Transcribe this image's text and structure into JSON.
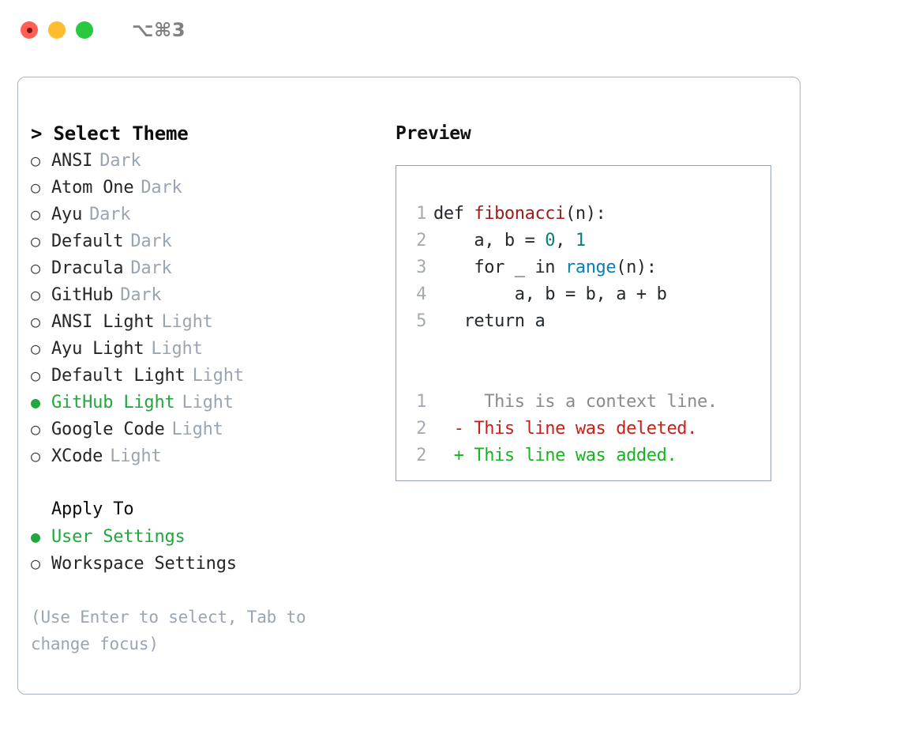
{
  "titlebar": {
    "shortcut": "⌥⌘3",
    "buttons": {
      "close": "close-button",
      "minimize": "minimize-button",
      "maximize": "maximize-button"
    }
  },
  "colors": {
    "accent_green": "#22a73e",
    "muted": "#9aa5b1",
    "border": "#aab4c0",
    "preview_border": "#97a3b2",
    "diff_add": "#17b322",
    "diff_del": "#c7201a",
    "diff_ctx": "#8b8b8b",
    "light_close": "#ff5f57",
    "light_min": "#febc2e",
    "light_max": "#28c840"
  },
  "theme_picker": {
    "header": "> Select Theme",
    "bullet_selected": "●",
    "bullet_unselected": "○",
    "items": [
      {
        "label": "ANSI",
        "tag": "Dark",
        "selected": false
      },
      {
        "label": "Atom One",
        "tag": "Dark",
        "selected": false
      },
      {
        "label": "Ayu",
        "tag": "Dark",
        "selected": false
      },
      {
        "label": "Default",
        "tag": "Dark",
        "selected": false
      },
      {
        "label": "Dracula",
        "tag": "Dark",
        "selected": false
      },
      {
        "label": "GitHub",
        "tag": "Dark",
        "selected": false
      },
      {
        "label": "ANSI Light",
        "tag": "Light",
        "selected": false
      },
      {
        "label": "Ayu Light",
        "tag": "Light",
        "selected": false
      },
      {
        "label": "Default Light",
        "tag": "Light",
        "selected": false
      },
      {
        "label": "GitHub Light",
        "tag": "Light",
        "selected": true
      },
      {
        "label": "Google Code",
        "tag": "Light",
        "selected": false
      },
      {
        "label": "XCode",
        "tag": "Light",
        "selected": false
      }
    ]
  },
  "apply_to": {
    "title": "Apply To",
    "items": [
      {
        "label": "User Settings",
        "selected": true
      },
      {
        "label": "Workspace Settings",
        "selected": false
      }
    ]
  },
  "hint": "(Use Enter to select, Tab to change focus)",
  "preview": {
    "title": "Preview",
    "code_lines": [
      {
        "number": "1",
        "tokens": [
          {
            "text": "def ",
            "kind": "kw"
          },
          {
            "text": "fibonacci",
            "kind": "fn"
          },
          {
            "text": "(n):",
            "kind": "plain"
          }
        ]
      },
      {
        "number": "2",
        "tokens": [
          {
            "text": "    a, b = ",
            "kind": "plain"
          },
          {
            "text": "0",
            "kind": "num"
          },
          {
            "text": ", ",
            "kind": "plain"
          },
          {
            "text": "1",
            "kind": "num"
          }
        ]
      },
      {
        "number": "3",
        "tokens": [
          {
            "text": "    for _ in ",
            "kind": "plain"
          },
          {
            "text": "range",
            "kind": "builtin"
          },
          {
            "text": "(n):",
            "kind": "plain"
          }
        ]
      },
      {
        "number": "4",
        "tokens": [
          {
            "text": "        a, b = b, a + b",
            "kind": "plain"
          }
        ]
      },
      {
        "number": "5",
        "tokens": [
          {
            "text": "   return a",
            "kind": "plain"
          }
        ]
      }
    ],
    "diff_lines": [
      {
        "number": "1",
        "marker": " ",
        "text": "  This is a context line.",
        "kind": "ctx"
      },
      {
        "number": "2",
        "marker": "-",
        "text": " This line was deleted.",
        "kind": "del"
      },
      {
        "number": "2",
        "marker": "+",
        "text": " This line was added.",
        "kind": "add"
      }
    ]
  }
}
